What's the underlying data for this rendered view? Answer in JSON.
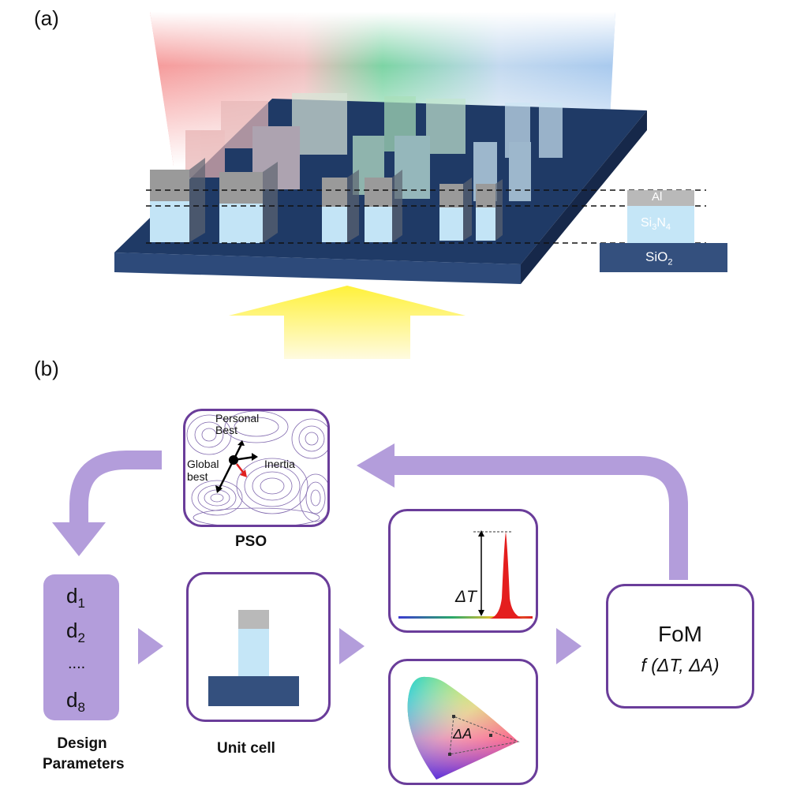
{
  "panel_a": {
    "label": "(a)",
    "layers": {
      "top": "Al",
      "middle_base": "Si",
      "middle_sub1": "3",
      "middle_n": "N",
      "middle_sub2": "4",
      "bottom_base": "SiO",
      "bottom_sub": "2"
    }
  },
  "panel_b": {
    "label": "(b)",
    "pso": {
      "title": "PSO",
      "personal_best": "Personal\nBest",
      "personal_best_l1": "Personal",
      "personal_best_l2": "Best",
      "global_best_l1": "Global",
      "global_best_l2": "best",
      "inertia": "Inertia"
    },
    "design": {
      "d1": "d",
      "d1_sub": "1",
      "d2": "d",
      "d2_sub": "2",
      "dots": "....",
      "d8": "d",
      "d8_sub": "8",
      "caption_l1": "Design",
      "caption_l2": "Parameters"
    },
    "unit_cell": {
      "caption": "Unit cell"
    },
    "spectrum": {
      "delta_t": "ΔT"
    },
    "chromaticity": {
      "delta_a": "ΔA"
    },
    "fom": {
      "title": "FoM",
      "formula": "f (ΔT, ΔA)"
    }
  },
  "colors": {
    "purple_arrow": "#b39ddb",
    "box_border": "#6a3d9a",
    "substrate": "#34507e",
    "si3n4": "#c5e6f7",
    "al": "#b9b9b9",
    "beam": "#fff04a"
  }
}
